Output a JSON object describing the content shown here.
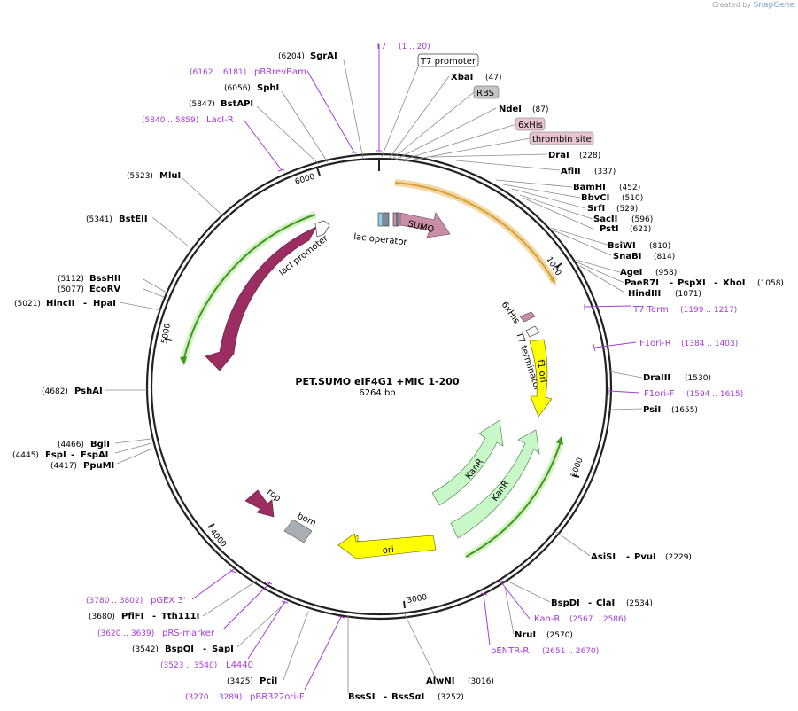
{
  "credit": {
    "prefix": "Created by",
    "brand": "SnapGene"
  },
  "title": "PET.SUMO eIF4G1 +MIC 1-200",
  "size_label": "6264 bp",
  "ticks": [
    "1000",
    "2000",
    "3000",
    "4000",
    "5000",
    "6000"
  ],
  "enzymes": {
    "sgrai": {
      "name": "SgrAI",
      "pos": "(6204)"
    },
    "sphi": {
      "name": "SphI",
      "pos": "(6056)"
    },
    "bstapi": {
      "name": "BstAPI",
      "pos": "(5847)"
    },
    "mlui": {
      "name": "MluI",
      "pos": "(5523)"
    },
    "bsteii": {
      "name": "BstEII",
      "pos": "(5341)"
    },
    "bsshii": {
      "name": "BssHII",
      "pos": "(5112)"
    },
    "ecorv": {
      "name": "EcoRV",
      "pos": "(5077)"
    },
    "hincii": {
      "name": "HincII",
      "pos": "(5021)"
    },
    "hpai": {
      "name": "HpaI"
    },
    "pshai": {
      "name": "PshAI",
      "pos": "(4682)"
    },
    "bgli": {
      "name": "BglI",
      "pos": "(4466)"
    },
    "fspi": {
      "name": "FspI",
      "pos": "(4445)"
    },
    "fspai": {
      "name": "FspAI"
    },
    "ppumi": {
      "name": "PpuMI",
      "pos": "(4417)"
    },
    "pflfi": {
      "name": "PflFI",
      "pos": "(3680)"
    },
    "tth111i": {
      "name": "Tth111I"
    },
    "bspqi": {
      "name": "BspQI",
      "pos": "(3542)"
    },
    "sapi": {
      "name": "SapI"
    },
    "pcii": {
      "name": "PciI",
      "pos": "(3425)"
    },
    "bsssi": {
      "name": "BssSI"
    },
    "bsssai": {
      "name": "BssSαI",
      "pos": "(3252)"
    },
    "alwni": {
      "name": "AlwNI",
      "pos": "(3016)"
    },
    "nrui": {
      "name": "NruI",
      "pos": "(2570)"
    },
    "bspdi": {
      "name": "BspDI",
      "pos": ""
    },
    "clai": {
      "name": "ClaI",
      "pos": "(2534)"
    },
    "asisi": {
      "name": "AsiSI"
    },
    "pvui": {
      "name": "PvuI",
      "pos": "(2229)"
    },
    "psii": {
      "name": "PsiI",
      "pos": "(1655)"
    },
    "draiii": {
      "name": "DraIII",
      "pos": "(1530)"
    },
    "hindiii": {
      "name": "HindIII",
      "pos": "(1071)"
    },
    "pae7i": {
      "name": "PaeR7I"
    },
    "pspxi": {
      "name": "PspXI"
    },
    "xhoi": {
      "name": "XhoI",
      "pos": "(1058)"
    },
    "agei": {
      "name": "AgeI",
      "pos": "(958)"
    },
    "snabi": {
      "name": "SnaBI",
      "pos": "(814)"
    },
    "bsiwi": {
      "name": "BsiWI",
      "pos": "(810)"
    },
    "psti": {
      "name": "PstI",
      "pos": "(621)"
    },
    "sacii": {
      "name": "SacII",
      "pos": "(596)"
    },
    "srfi": {
      "name": "SrfI",
      "pos": "(529)"
    },
    "bbvci": {
      "name": "BbvCI",
      "pos": "(510)"
    },
    "bamhi": {
      "name": "BamHI",
      "pos": "(452)"
    },
    "aflii": {
      "name": "AflII",
      "pos": "(337)"
    },
    "drai": {
      "name": "DraI",
      "pos": "(228)"
    },
    "ndei": {
      "name": "NdeI",
      "pos": "(87)"
    },
    "xbai": {
      "name": "XbaI",
      "pos": "(47)"
    }
  },
  "primers": {
    "pbrrevbam": {
      "name": "pBRrevBam",
      "range": "(6162 .. 6181)"
    },
    "laci_r": {
      "name": "LacI-R",
      "range": "(5840 .. 5859)"
    },
    "pgex3": {
      "name": "pGEX 3'",
      "range": "(3780 .. 3802)"
    },
    "prs_marker": {
      "name": "pRS-marker",
      "range": "(3620 .. 3639)"
    },
    "l4440": {
      "name": "L4440",
      "range": "(3523 .. 3540)"
    },
    "pbr322ori_f": {
      "name": "pBR322ori-F",
      "range": "(3270 .. 3289)"
    },
    "kan_r": {
      "name": "Kan-R",
      "range": "(2567 .. 2586)"
    },
    "pentr_r": {
      "name": "pENTR-R",
      "range": "(2651 .. 2670)"
    },
    "f1ori_f": {
      "name": "F1ori-F",
      "range": "(1594 .. 1615)"
    },
    "f1ori_r": {
      "name": "F1ori-R",
      "range": "(1384 .. 1403)"
    },
    "t7_term": {
      "name": "T7 Term",
      "range": "(1199 .. 1217)"
    },
    "t7": {
      "name": "T7",
      "range": "(1 .. 20)"
    }
  },
  "boxed_features": {
    "t7_promoter": "T7 promoter",
    "rbs": "RBS",
    "sixhis": "6xHis",
    "thrombin": "thrombin site"
  },
  "features": {
    "sumo": "SUMO",
    "lac_operator": "lac operator",
    "laci": "lacI",
    "laci_promoter": "lacI promoter",
    "sixhis_inner": "6xHis",
    "t7_terminator": "T7 terminator",
    "f1_ori": "f1 ori",
    "kanr_a": "KanR",
    "kanr_b": "KanR",
    "rop": "rop",
    "bom": "bom",
    "ori": "ori"
  },
  "colors": {
    "backbone": "#222222",
    "enzyme_line": "#777777",
    "primer": "#a53bd6",
    "laci": "#9b2d62",
    "sumo": "#c98fa6",
    "f1_ori": "#ffff00",
    "kanr": "#c8f7c8",
    "bom": "#a8aeb4",
    "highlight_green": "#3a9a1a",
    "highlight_orange": "#d9a036",
    "boxed_rbs": "#c3c3c3",
    "boxed_pink": "#e7c4d0"
  }
}
